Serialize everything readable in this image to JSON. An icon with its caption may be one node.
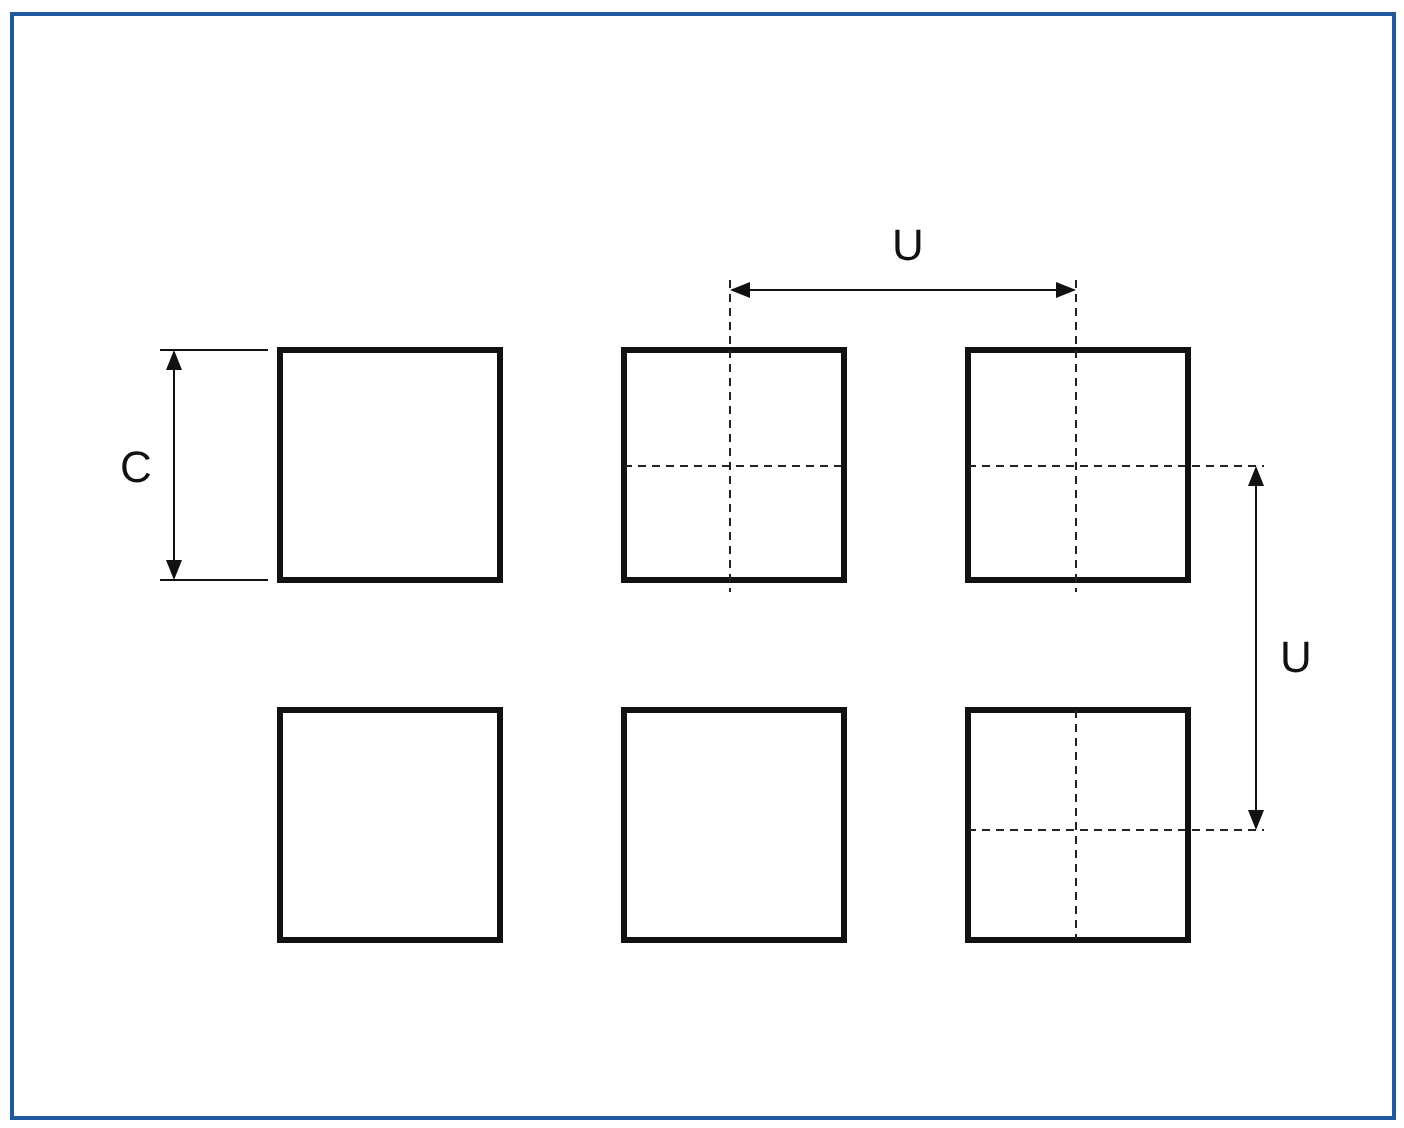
{
  "diagram": {
    "labels": [
      "U",
      "C",
      "U"
    ]
  }
}
